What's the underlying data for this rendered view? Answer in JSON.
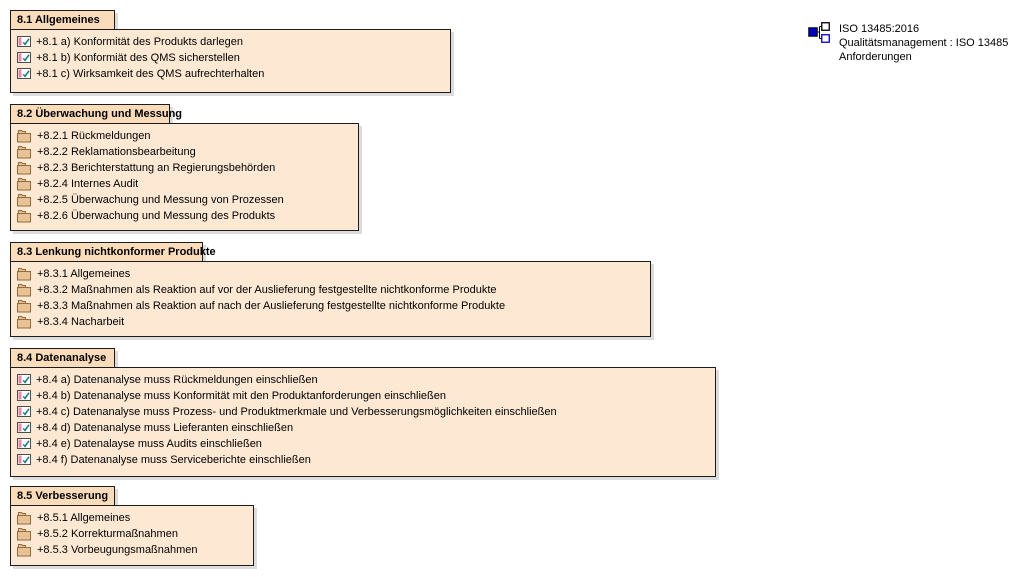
{
  "legend": {
    "icon": "diagram-hierarchy-icon",
    "title": "ISO 13485:2016",
    "subtitle": "Qualitätsmanagement : ISO 13485",
    "type_label": "Anforderungen"
  },
  "colors": {
    "section_body_fill": "#fde9d3",
    "section_tab_fill": "#fbdcba",
    "border": "#1c1c1c",
    "shadow": "#dcdcdc",
    "folder_fill": "#e6c297",
    "folder_stroke": "#96693a",
    "requirement_bar_pink": "#e888a8",
    "checkmark_teal": "#1b8080",
    "legend_blue": "#0000c0"
  },
  "sections": [
    {
      "id": "8.1",
      "title": "8.1 Allgemeines",
      "item_icon": "requirement-check-icon",
      "items": [
        "+8.1 a) Konformität des Produkts darlegen",
        "+8.1 b) Konformiät des QMS sicherstellen",
        "+8.1 c) Wirksamkeit des QMS aufrechterhalten"
      ]
    },
    {
      "id": "8.2",
      "title": "8.2 Überwachung und Messung",
      "item_icon": "folder-icon",
      "items": [
        "+8.2.1 Rückmeldungen",
        "+8.2.2 Reklamationsbearbeitung",
        "+8.2.3 Berichterstattung an Regierungsbehörden",
        "+8.2.4 Internes Audit",
        "+8.2.5 Überwachung und Messung von Prozessen",
        "+8.2.6 Überwachung und Messung des Produkts"
      ]
    },
    {
      "id": "8.3",
      "title": "8.3 Lenkung nichtkonformer Produkte",
      "item_icon": "folder-icon",
      "items": [
        "+8.3.1 Allgemeines",
        "+8.3.2 Maßnahmen als Reaktion auf vor der Auslieferung festgestellte nichtkonforme Produkte",
        "+8.3.3 Maßnahmen als Reaktion auf nach der Auslieferung festgestellte nichtkonforme Produkte",
        "+8.3.4 Nacharbeit"
      ]
    },
    {
      "id": "8.4",
      "title": "8.4 Datenanalyse",
      "item_icon": "requirement-check-icon",
      "items": [
        "+8.4 a) Datenanalyse muss Rückmeldungen einschließen",
        "+8.4 b) Datenanalyse muss Konformität mit den Produktanforderungen einschließen",
        "+8.4 c) Datenanalyse muss Prozess- und Produktmerkmale und Verbesserungsmöglichkeiten einschließen",
        "+8.4 d) Datenanalyse muss Lieferanten einschließen",
        "+8.4 e) Datenalayse muss Audits einschließen",
        "+8.4 f) Datenanalyse muss Serviceberichte einschließen"
      ]
    },
    {
      "id": "8.5",
      "title": "8.5 Verbesserung",
      "item_icon": "folder-icon",
      "items": [
        "+8.5.1 Allgemeines",
        "+8.5.2 Korrekturmaßnahmen",
        "+8.5.3 Vorbeugungsmaßnahmen"
      ]
    }
  ]
}
